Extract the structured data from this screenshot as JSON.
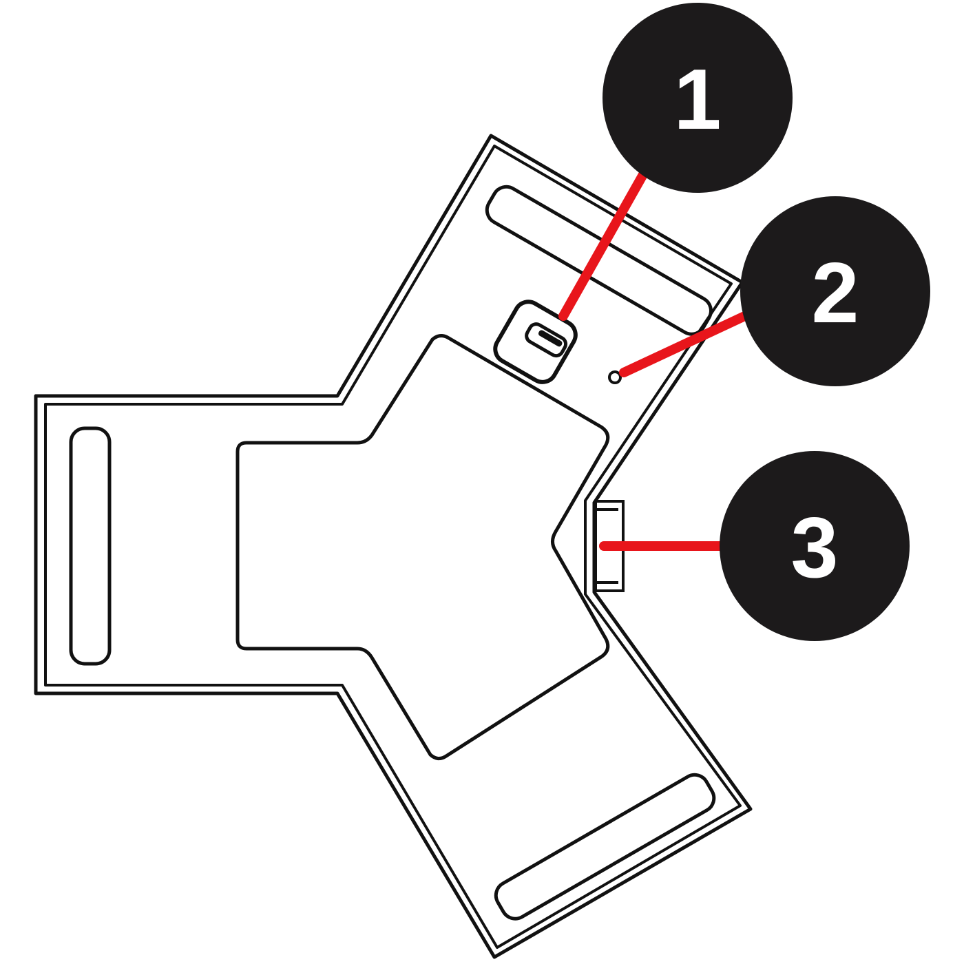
{
  "diagram": {
    "colors": {
      "outline": "#111111",
      "callout_line": "#e8151b",
      "badge_fill": "#1c1a1b",
      "badge_text": "#ffffff",
      "background": "#ffffff"
    },
    "callouts": [
      {
        "label": "1"
      },
      {
        "label": "2"
      },
      {
        "label": "3"
      }
    ]
  }
}
